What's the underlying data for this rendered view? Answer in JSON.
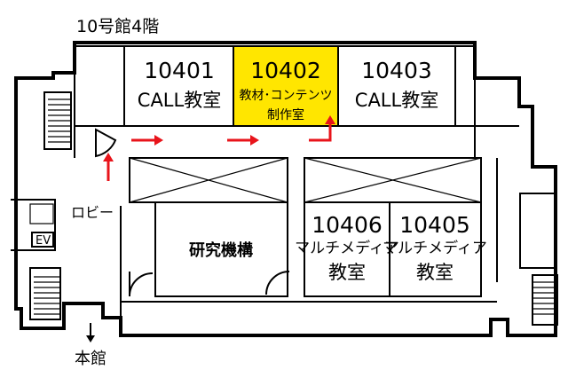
{
  "floor_title": "10号館4階",
  "rooms": {
    "r10401": {
      "number": "10401",
      "line1": "CALL教室"
    },
    "r10402": {
      "number": "10402",
      "line1": "教材･コンテンツ",
      "line2": "制作室",
      "highlight": "#ffe600"
    },
    "r10403": {
      "number": "10403",
      "line1": "CALL教室"
    },
    "r10406": {
      "number": "10406",
      "line1": "マルチメディア",
      "line2": "教室"
    },
    "r10405": {
      "number": "10405",
      "line1": "マルチメディア",
      "line2": "教室"
    }
  },
  "research": {
    "label": "研究機構"
  },
  "lobby": {
    "label": "ロビー"
  },
  "elevator": {
    "label": "EV"
  },
  "exit": {
    "label": "本館",
    "arrow": "down-arrow-icon"
  },
  "colors": {
    "route_arrow": "#e8141b",
    "walls": "#000000",
    "highlight": "#ffe600"
  }
}
